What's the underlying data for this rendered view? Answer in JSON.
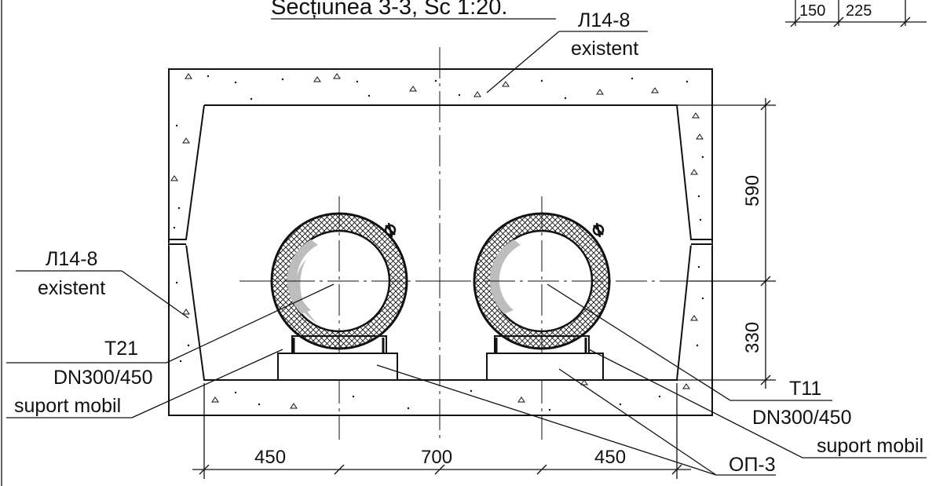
{
  "title": "Secțiunea 3-3, Sc 1:20.",
  "top_dims": {
    "d1": "150",
    "d2": "225"
  },
  "channel_top": {
    "code": "Л14-8",
    "status": "existent"
  },
  "channel_left": {
    "code": "Л14-8",
    "status": "existent"
  },
  "pipe_left": {
    "name": "T21",
    "size": "DN300/450",
    "support": "suport mobil"
  },
  "pipe_right": {
    "name": "T11",
    "size": "DN300/450",
    "support": "suport mobil"
  },
  "support_block": "ОП-3",
  "dims": {
    "height_upper": "590",
    "height_lower": "330",
    "bottom_left": "450",
    "bottom_mid": "700",
    "bottom_right": "450"
  },
  "colors": {
    "line": "#111111",
    "shade": "#bdbdbd",
    "insulation": "#111111"
  }
}
